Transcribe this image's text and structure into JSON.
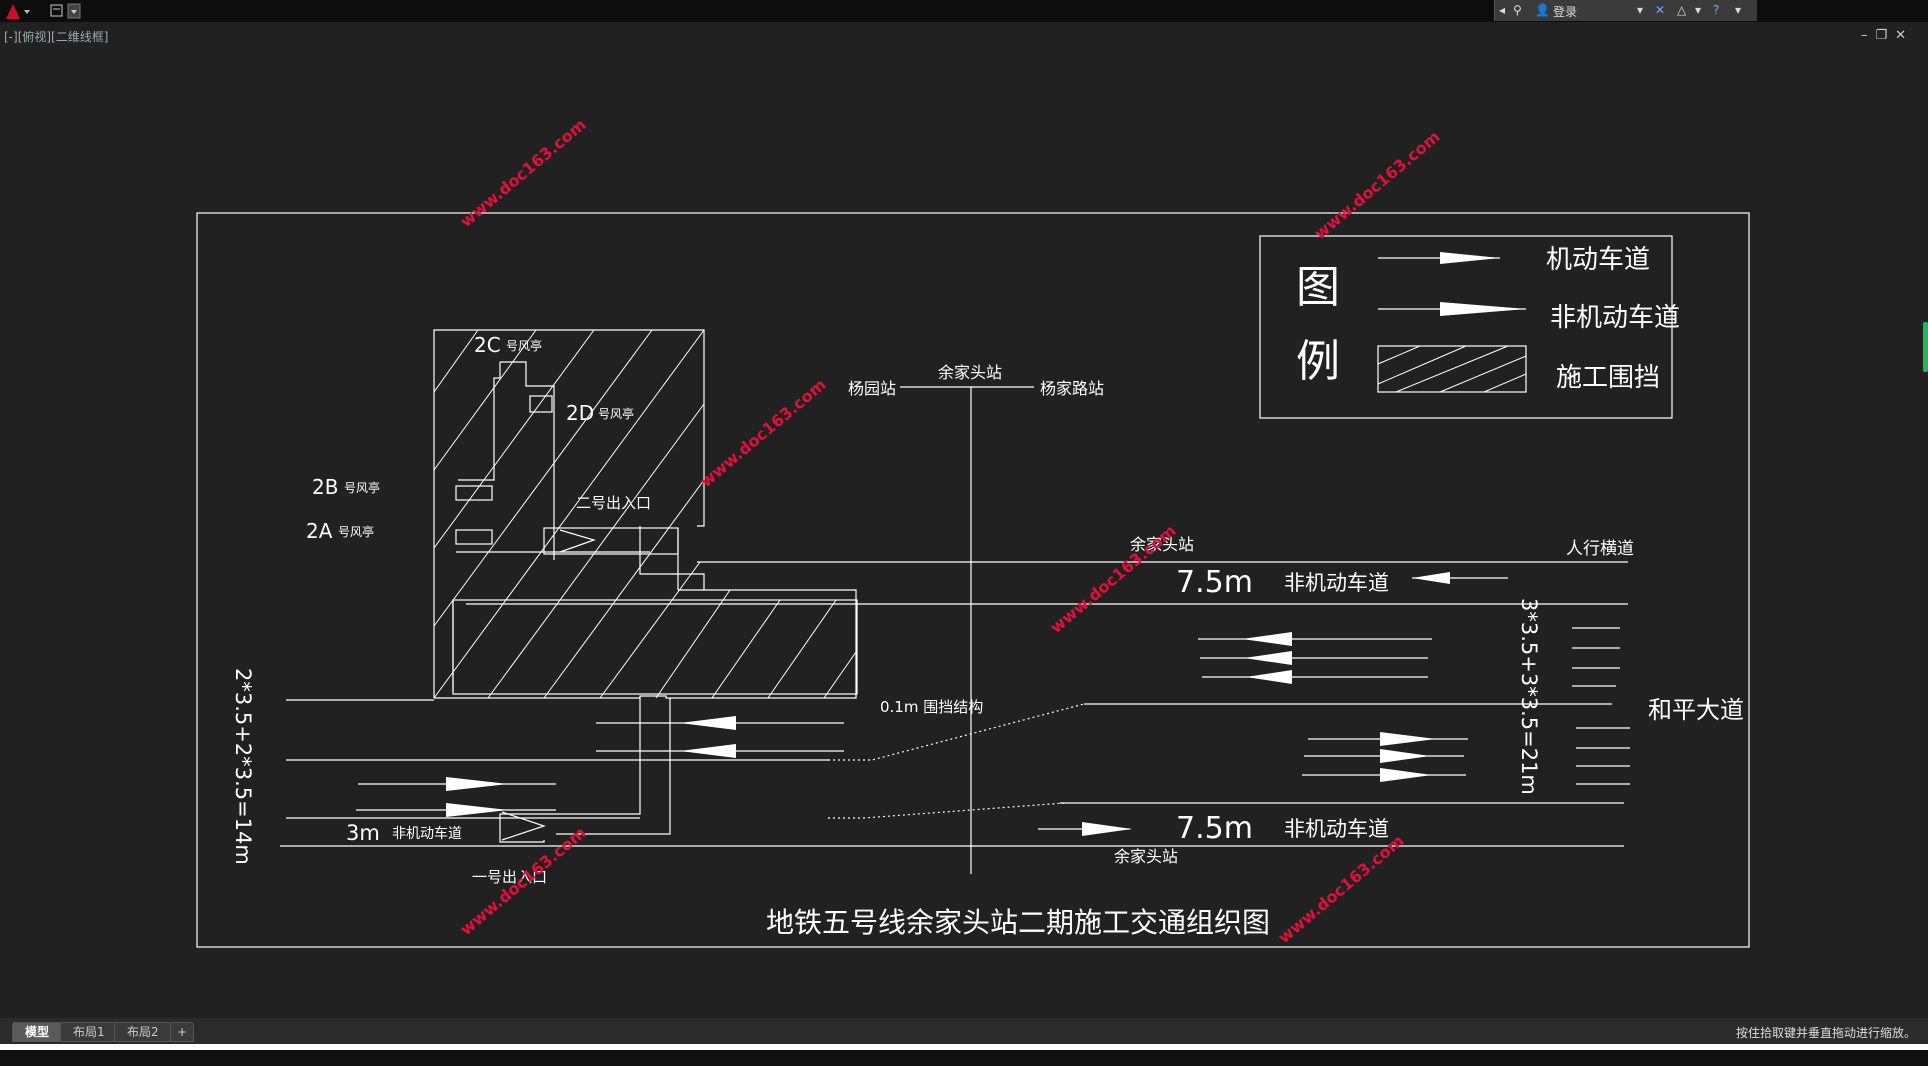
{
  "titlebar": {
    "login_label": "登录"
  },
  "viewport": {
    "label": "[-][俯视][二维线框]"
  },
  "drawing": {
    "title": "地铁五号线余家头站二期施工交通组织图",
    "legend": {
      "heading_1": "图",
      "heading_2": "例",
      "motor_lane": "机动车道",
      "non_motor_lane": "非机动车道",
      "barrier": "施工围挡"
    },
    "stations": {
      "left": "杨园站",
      "center": "余家头站",
      "right": "杨家路站"
    },
    "labels": {
      "vent_2c": "2C",
      "vent_2d": "2D",
      "vent_2b": "2B",
      "vent_2a": "2A",
      "vent_suffix": "号风亭",
      "exit_2": "二号出入口",
      "exit_1": "一号出入口",
      "station_mid": "余家头站",
      "station_bottom": "余家头站",
      "crosswalk": "人行横道",
      "lane_width_top": "7.5m",
      "lane_width_bottom": "7.5m",
      "non_motor_top": "非机动车道",
      "non_motor_bottom": "非机动车道",
      "road_name": "和平大道",
      "right_dim": "3*3.5+3*3.5=21m",
      "left_dim": "2*3.5+2*3.5=14m",
      "left_3m": "3m",
      "left_non_motor": "非机动车道",
      "retaining": "0.1m 围挡结构"
    },
    "watermark": "www.doc163.com"
  },
  "tabs": [
    "模型",
    "布局1",
    "布局2",
    "+"
  ],
  "status": {
    "hint": "按住拾取键并垂直拖动进行缩放。"
  },
  "colors": {
    "background": "#212121",
    "lines": "#ffffff",
    "watermark": "#e0103a"
  }
}
